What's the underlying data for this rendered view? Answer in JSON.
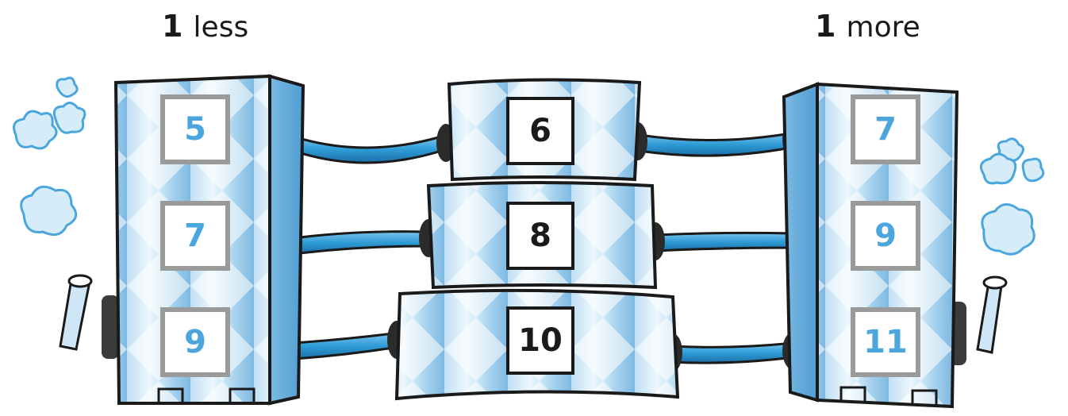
{
  "headers": {
    "left": {
      "number": "1",
      "word": "less"
    },
    "right": {
      "number": "1",
      "word": "more"
    }
  },
  "colors": {
    "left_right_numbers": "#4aa6dc",
    "middle_numbers": "#1a1a1a",
    "box_border": "#9a9a9a",
    "pipe": "#2e9bd6",
    "tank_light": "#e8f3fb",
    "tank_mid": "#9ccbea",
    "outline": "#1a1a1a"
  },
  "tanks": {
    "left": [
      "5",
      "7",
      "9"
    ],
    "middle": [
      "6",
      "8",
      "10"
    ],
    "right": [
      "7",
      "9",
      "11"
    ]
  }
}
